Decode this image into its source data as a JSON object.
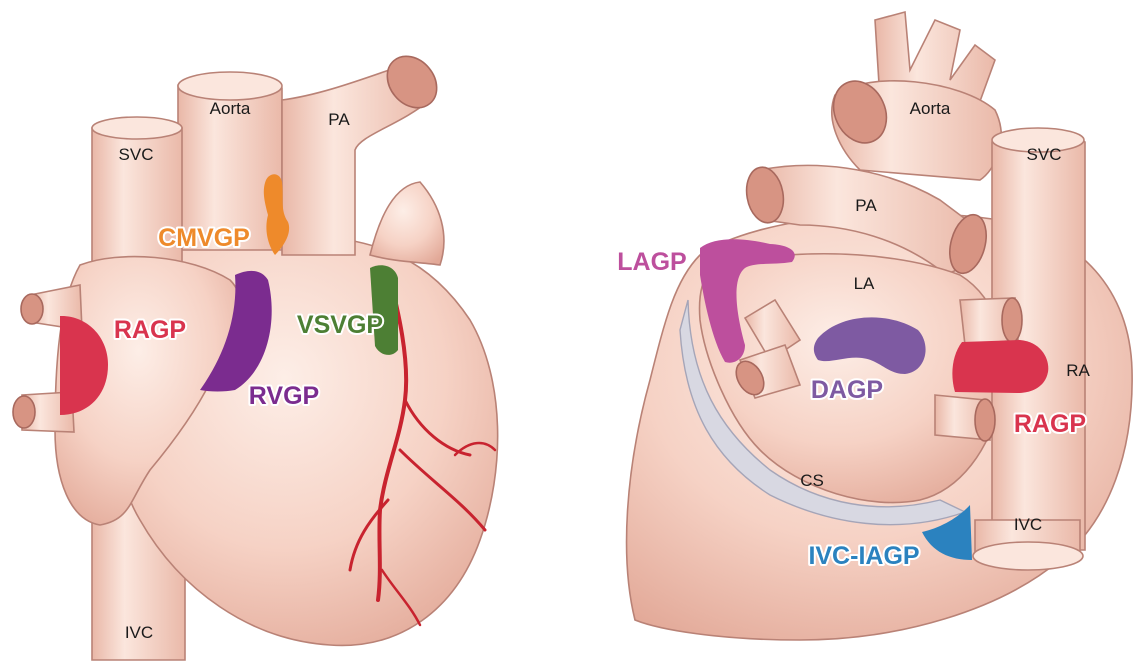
{
  "colors": {
    "tissue": "#f6d2c5",
    "tissue_light": "#fdeee7",
    "tissue_shadow": "#e7b2a1",
    "outline": "#b98276",
    "artery": "#c8232f",
    "RAGP": "#d9344e",
    "CMVGP": "#ee8a2b",
    "RVGP": "#7b2c8f",
    "VSVGP": "#4d7f34",
    "LAGP": "#bd4f9d",
    "DAGP": "#7e5aa2",
    "IVC-IAGP": "#2b82bf",
    "CS": "#d8d8e2"
  },
  "anterior_view": {
    "structures": {
      "aorta": "Aorta",
      "pa": "PA",
      "svc": "SVC",
      "ivc": "IVC"
    },
    "plexi": {
      "cmvgp": "CMVGP",
      "ragp": "RAGP",
      "rvgp": "RVGP",
      "vsvgp": "VSVGP"
    }
  },
  "posterior_view": {
    "structures": {
      "aorta": "Aorta",
      "svc": "SVC",
      "pa": "PA",
      "la": "LA",
      "ra": "RA",
      "cs": "CS",
      "ivc": "IVC"
    },
    "plexi": {
      "lagp": "LAGP",
      "dagp": "DAGP",
      "ragp": "RAGP",
      "ivc_iagp": "IVC-IAGP"
    }
  }
}
